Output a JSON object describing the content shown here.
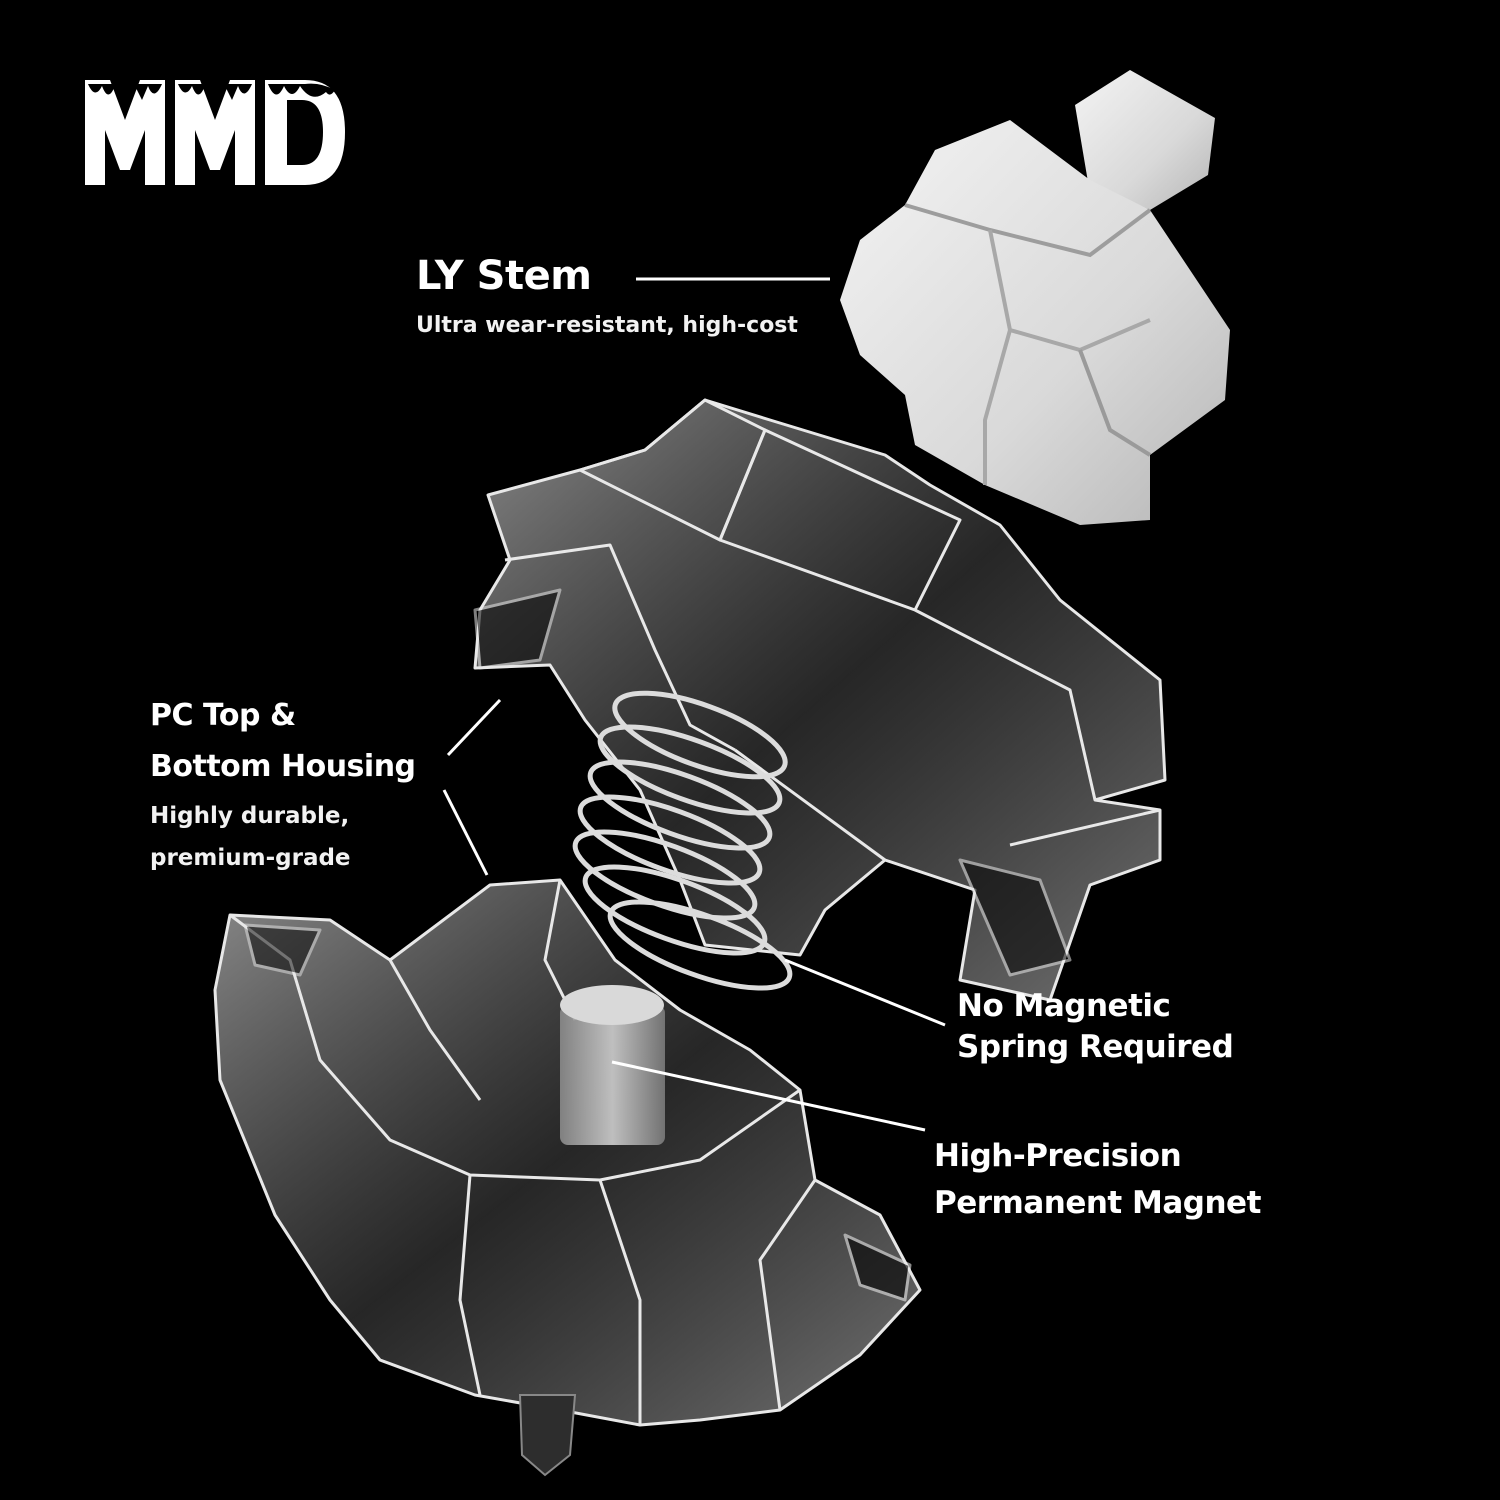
{
  "brand": {
    "logo_text": "MMD"
  },
  "callouts": {
    "stem": {
      "title": "LY Stem",
      "subtitle": "Ultra wear-resistant, high-cost"
    },
    "housing": {
      "title_line1": "PC Top &",
      "title_line2": "Bottom Housing",
      "subtitle_line1": "Highly durable,",
      "subtitle_line2": "premium-grade"
    },
    "spring": {
      "line1": "No Magnetic",
      "line2": "Spring Required"
    },
    "magnet": {
      "line1": "High-Precision",
      "line2": "Permanent Magnet"
    }
  },
  "colors": {
    "background": "#000000",
    "text": "#ffffff"
  }
}
